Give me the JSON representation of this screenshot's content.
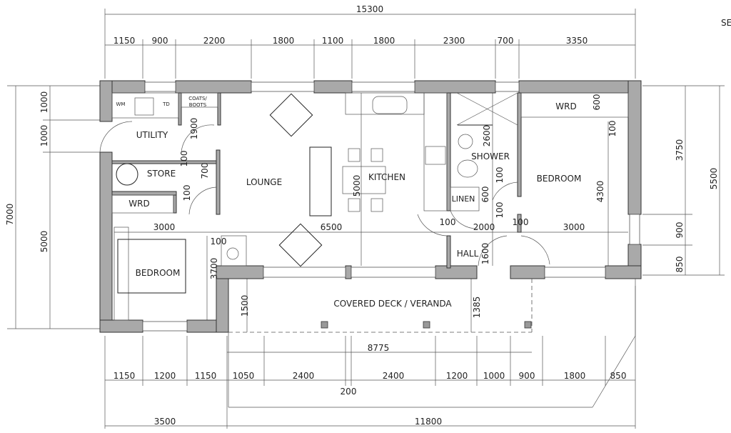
{
  "corner_label": "SE",
  "rooms": {
    "utility": "UTILITY",
    "store": "STORE",
    "lounge": "LOUNGE",
    "kitchen": "KITCHEN",
    "shower": "SHOWER",
    "bedroom_right": "BEDROOM",
    "bedroom_left": "BEDROOM",
    "linen": "LINEN",
    "hall": "HALL",
    "wrd_left": "WRD",
    "wrd_right": "WRD",
    "deck": "COVERED DECK / VERANDA",
    "wm": "WM",
    "td": "TD",
    "coats": "COATS/",
    "boots": "BOOTS"
  },
  "dims": {
    "overall_top": "15300",
    "top": [
      "1150",
      "900",
      "2200",
      "1800",
      "1100",
      "1800",
      "2300",
      "700",
      "3350"
    ],
    "bottom": [
      "1150",
      "1200",
      "1150",
      "1050",
      "2400",
      "2400",
      "1200",
      "1000",
      "900",
      "1800",
      "850"
    ],
    "bottom_extra": "200",
    "overall_bottom": [
      "3500",
      "11800"
    ],
    "left": [
      "1000",
      "1000",
      "5000"
    ],
    "overall_left": "7000",
    "right": [
      "3750",
      "900",
      "850"
    ],
    "overall_right": "5500",
    "interior": {
      "bed_left_w": "3000",
      "lounge_w": "6500",
      "hall_w": "2000",
      "bed_right_w": "3000",
      "wall_a": "100",
      "wall_b": "100",
      "wall_c": "100",
      "bed_left_d": "3700",
      "deck_d": "1500",
      "deck_d2": "1385",
      "deck_w": "8775",
      "kitchen_d": "5000",
      "bed_right_d": "4300",
      "shower_d": "2600",
      "utility_d": "1900",
      "store_t": "100",
      "store_d": "700",
      "store_b": "100",
      "linen_t": "100",
      "linen_d": "600",
      "linen_b": "100",
      "wrd_d": "600",
      "wrd_t": "100",
      "hall_d": "1600"
    }
  }
}
